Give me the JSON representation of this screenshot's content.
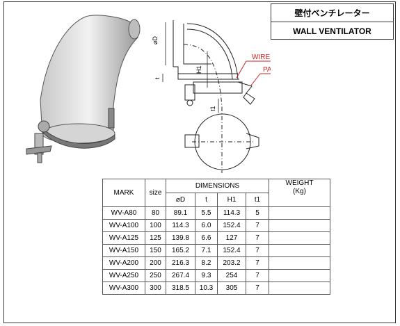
{
  "title": {
    "jp": "壁付ベンチレーター",
    "en": "WALL VENTILATOR"
  },
  "drawing_labels": {
    "od": "⌀D",
    "h1": "H1",
    "t": "t",
    "t1": "t1",
    "wire_net": "WIRE NET",
    "packing": "PACKING"
  },
  "table": {
    "headers": {
      "mark": "MARK",
      "size": "size",
      "dimensions": "DIMENSIONS",
      "d": "⌀D",
      "t": "t",
      "h1": "H1",
      "t1": "t1",
      "weight": "WEIGHT",
      "weight_unit": "(Kg)"
    },
    "rows": [
      {
        "mark": "WV-A80",
        "size": "80",
        "d": "89.1",
        "t": "5.5",
        "h1": "114.3",
        "t1": "5",
        "weight": ""
      },
      {
        "mark": "WV-A100",
        "size": "100",
        "d": "114.3",
        "t": "6.0",
        "h1": "152.4",
        "t1": "7",
        "weight": ""
      },
      {
        "mark": "WV-A125",
        "size": "125",
        "d": "139.8",
        "t": "6.6",
        "h1": "127",
        "t1": "7",
        "weight": ""
      },
      {
        "mark": "WV-A150",
        "size": "150",
        "d": "165.2",
        "t": "7.1",
        "h1": "152.4",
        "t1": "7",
        "weight": ""
      },
      {
        "mark": "WV-A200",
        "size": "200",
        "d": "216.3",
        "t": "8.2",
        "h1": "203.2",
        "t1": "7",
        "weight": ""
      },
      {
        "mark": "WV-A250",
        "size": "250",
        "d": "267.4",
        "t": "9.3",
        "h1": "254",
        "t1": "7",
        "weight": ""
      },
      {
        "mark": "WV-A300",
        "size": "300",
        "d": "318.5",
        "t": "10.3",
        "h1": "305",
        "t1": "7",
        "weight": ""
      }
    ]
  }
}
